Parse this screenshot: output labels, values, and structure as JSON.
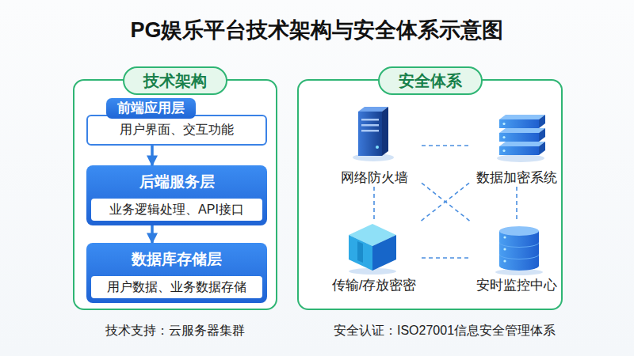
{
  "diagram": {
    "title": "PG娱乐平台技术架构与安全体系示意图",
    "nodes": [
      {
        "text": [
          "技术架构"
        ]
      },
      {
        "text": [
          "前端应用层",
          "用户界面、交互功能"
        ],
        "in": 0
      },
      {
        "text": [
          "后端服务层",
          "业务逻辑处理、API接口"
        ],
        "in": 0
      },
      {
        "text": [
          "数据库存储层",
          "用户数据、业务数据存储"
        ],
        "in": 0
      },
      {
        "text": [
          "安全体系"
        ]
      },
      {
        "text": [
          "网络防火墙"
        ],
        "in": 4
      },
      {
        "text": [
          "数据加密系统"
        ],
        "in": 4
      },
      {
        "text": [
          "传输/存放密密"
        ],
        "in": 4
      },
      {
        "text": [
          "安时监控中心"
        ],
        "in": 4
      }
    ],
    "edges": [
      {
        "from": 1,
        "to": 2,
        "arrow": "to"
      },
      {
        "from": 2,
        "to": 3,
        "arrow": "to"
      },
      {
        "from": 5,
        "to": 6,
        "arrow": "none"
      },
      {
        "from": 5,
        "to": 7,
        "arrow": "none"
      },
      {
        "from": 6,
        "to": 8,
        "arrow": "none"
      },
      {
        "from": 7,
        "to": 8,
        "arrow": "none"
      },
      {
        "from": 5,
        "to": 8,
        "arrow": "none"
      },
      {
        "from": 6,
        "to": 7,
        "arrow": "none"
      }
    ],
    "labels": [
      "技术支持：云服务器集群",
      "安全认证：ISO27001信息安全管理体系"
    ]
  }
}
